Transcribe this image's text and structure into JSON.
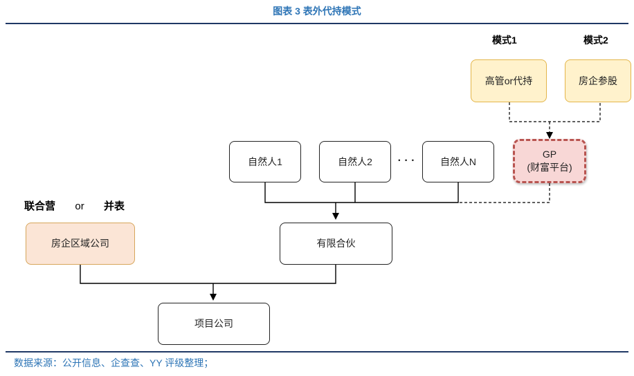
{
  "header": {
    "title": "图表 3 表外代持模式"
  },
  "modes": {
    "mode1": "模式1",
    "mode2": "模式2"
  },
  "top_boxes": {
    "executive": "高管or代持",
    "developer_stake": "房企参股"
  },
  "gp": {
    "line1": "GP",
    "line2": "(财富平台)"
  },
  "persons": {
    "p1": "自然人1",
    "p2": "自然人2",
    "pn": "自然人N",
    "ellipsis": "· · ·"
  },
  "legend": {
    "left": "联合营",
    "middle": "or",
    "right": "并表"
  },
  "nodes": {
    "regional": "房企区域公司",
    "partnership": "有限合伙",
    "project": "项目公司"
  },
  "footer": {
    "source": "数据来源：公开信息、企查查、YY 评级整理；"
  },
  "colors": {
    "accent_blue": "#2e75b6",
    "rule_navy": "#1f3864",
    "yellow_fill": "#fff2cc",
    "orange_fill": "#fbe5d6",
    "gp_fill": "#f8d7d6",
    "gp_border": "#b85450"
  }
}
